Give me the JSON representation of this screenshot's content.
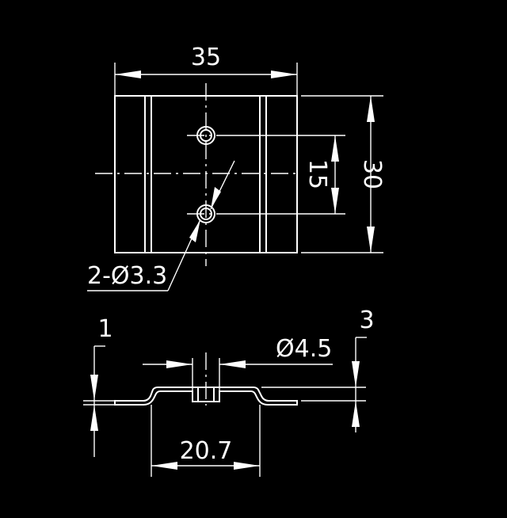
{
  "drawing": {
    "background": "#000000",
    "line_color": "#ffffff",
    "dimensions": {
      "overall_width": "35",
      "overall_height": "30",
      "hole_spacing": "15",
      "hole_callout": "2-Ø3.3",
      "counterbore_diameter": "Ø4.5",
      "offset_left": "1",
      "offset_right": "3",
      "flat_width": "20.7"
    }
  }
}
